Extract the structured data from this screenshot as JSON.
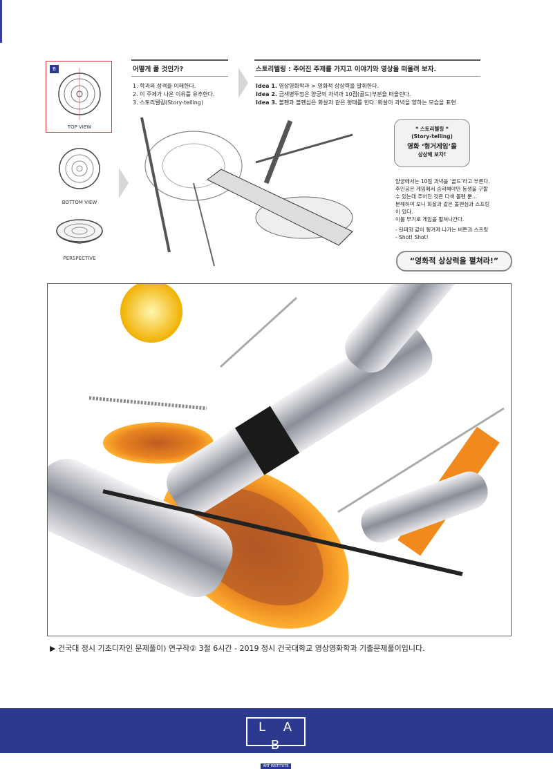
{
  "views": {
    "badge": "B",
    "top": "TOP VIEW",
    "bottom": "BOTTOM VIEW",
    "perspective": "PERSPECTIVE"
  },
  "how": {
    "title": "어떻게 풀 것인가?",
    "items": [
      "1. 학과의 성격을 이해한다.",
      "2. 이 주제가 나온 이유를 유추한다.",
      "3. 스토리텔링(Story-telling)"
    ]
  },
  "storytelling": {
    "title": "스토리텔링 : 주어진 주제를 가지고 이야기와 영상을 떠올려 보자.",
    "ideas": [
      {
        "label": "Idea 1.",
        "text": " 영상영화학과 > 영화적 상상력을 발휘한다."
      },
      {
        "label": "Idea 2.",
        "text": " 금색병뚜껑은 양궁의 과녁과 10점(골드)부분을 떠올린다."
      },
      {
        "label": "Idea 3.",
        "text": " 볼펜과 볼펜심은 화살과 같은 형태를 한다. 화살이 과녁을 향하는 모습을 표현"
      }
    ]
  },
  "bubble": {
    "line1": "* 스토리텔링 *",
    "line2": "(Story-telling)",
    "line3": "영화 ‘헝거게임’을",
    "line4": "상상해 보자!"
  },
  "story": [
    "양궁에서는 10점 과녁을 ‘골드’라고 부른다.",
    "주인공은 게임에서 승리해야만 동생을 구할",
    "수 있는데 주어진 것은 다색 볼펜 뿐...",
    "분해하여 보니 화살과 같은 볼펜심과 스프링",
    "이 있다.",
    "이를 무기로 게임을 펼쳐나간다.",
    "- 탄피와 같이 튕겨져 나가는 버튼과 스프링",
    "- Shot! Shot!"
  ],
  "shout": "“영화적 상상력을 펼쳐라!”",
  "caption": "▶ 건국대 정시 기초디자인 문제풀이) 연구작② 3절 6시간 - 2019 정시 건국대학교 영상영화학과 기출문제풀이입니다.",
  "footer": {
    "logo": "L A B",
    "sub": "ART INSTITUTE"
  }
}
